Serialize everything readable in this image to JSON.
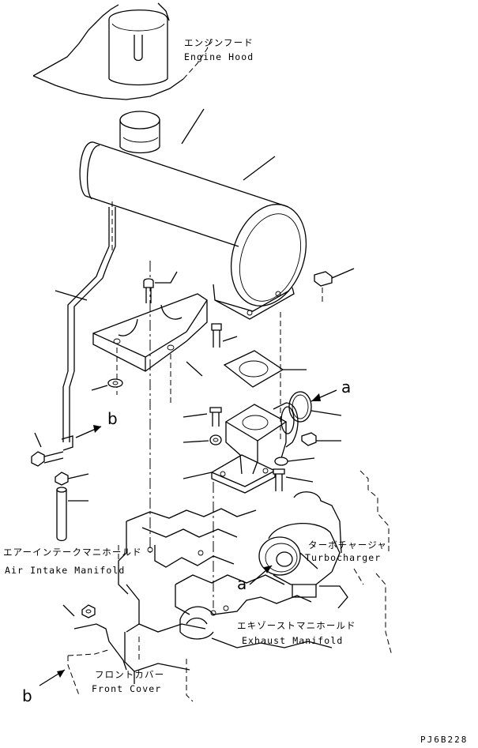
{
  "labels": {
    "engine_hood_jp": "エンジンフード",
    "engine_hood_en": "Engine Hood",
    "air_intake_jp": "エアーインテークマニホールド",
    "air_intake_en": "Air Intake Manifold",
    "turbocharger_jp": "ターボチャージャ",
    "turbocharger_en": "Turbocharger",
    "exhaust_jp": "エキゾーストマニホールド",
    "exhaust_en": "Exhaust Manifold",
    "front_cover_jp": "フロントカバー",
    "front_cover_en": "Front Cover"
  },
  "refs": {
    "a": "a",
    "b": "b"
  },
  "drawing_code": "PJ6B228"
}
